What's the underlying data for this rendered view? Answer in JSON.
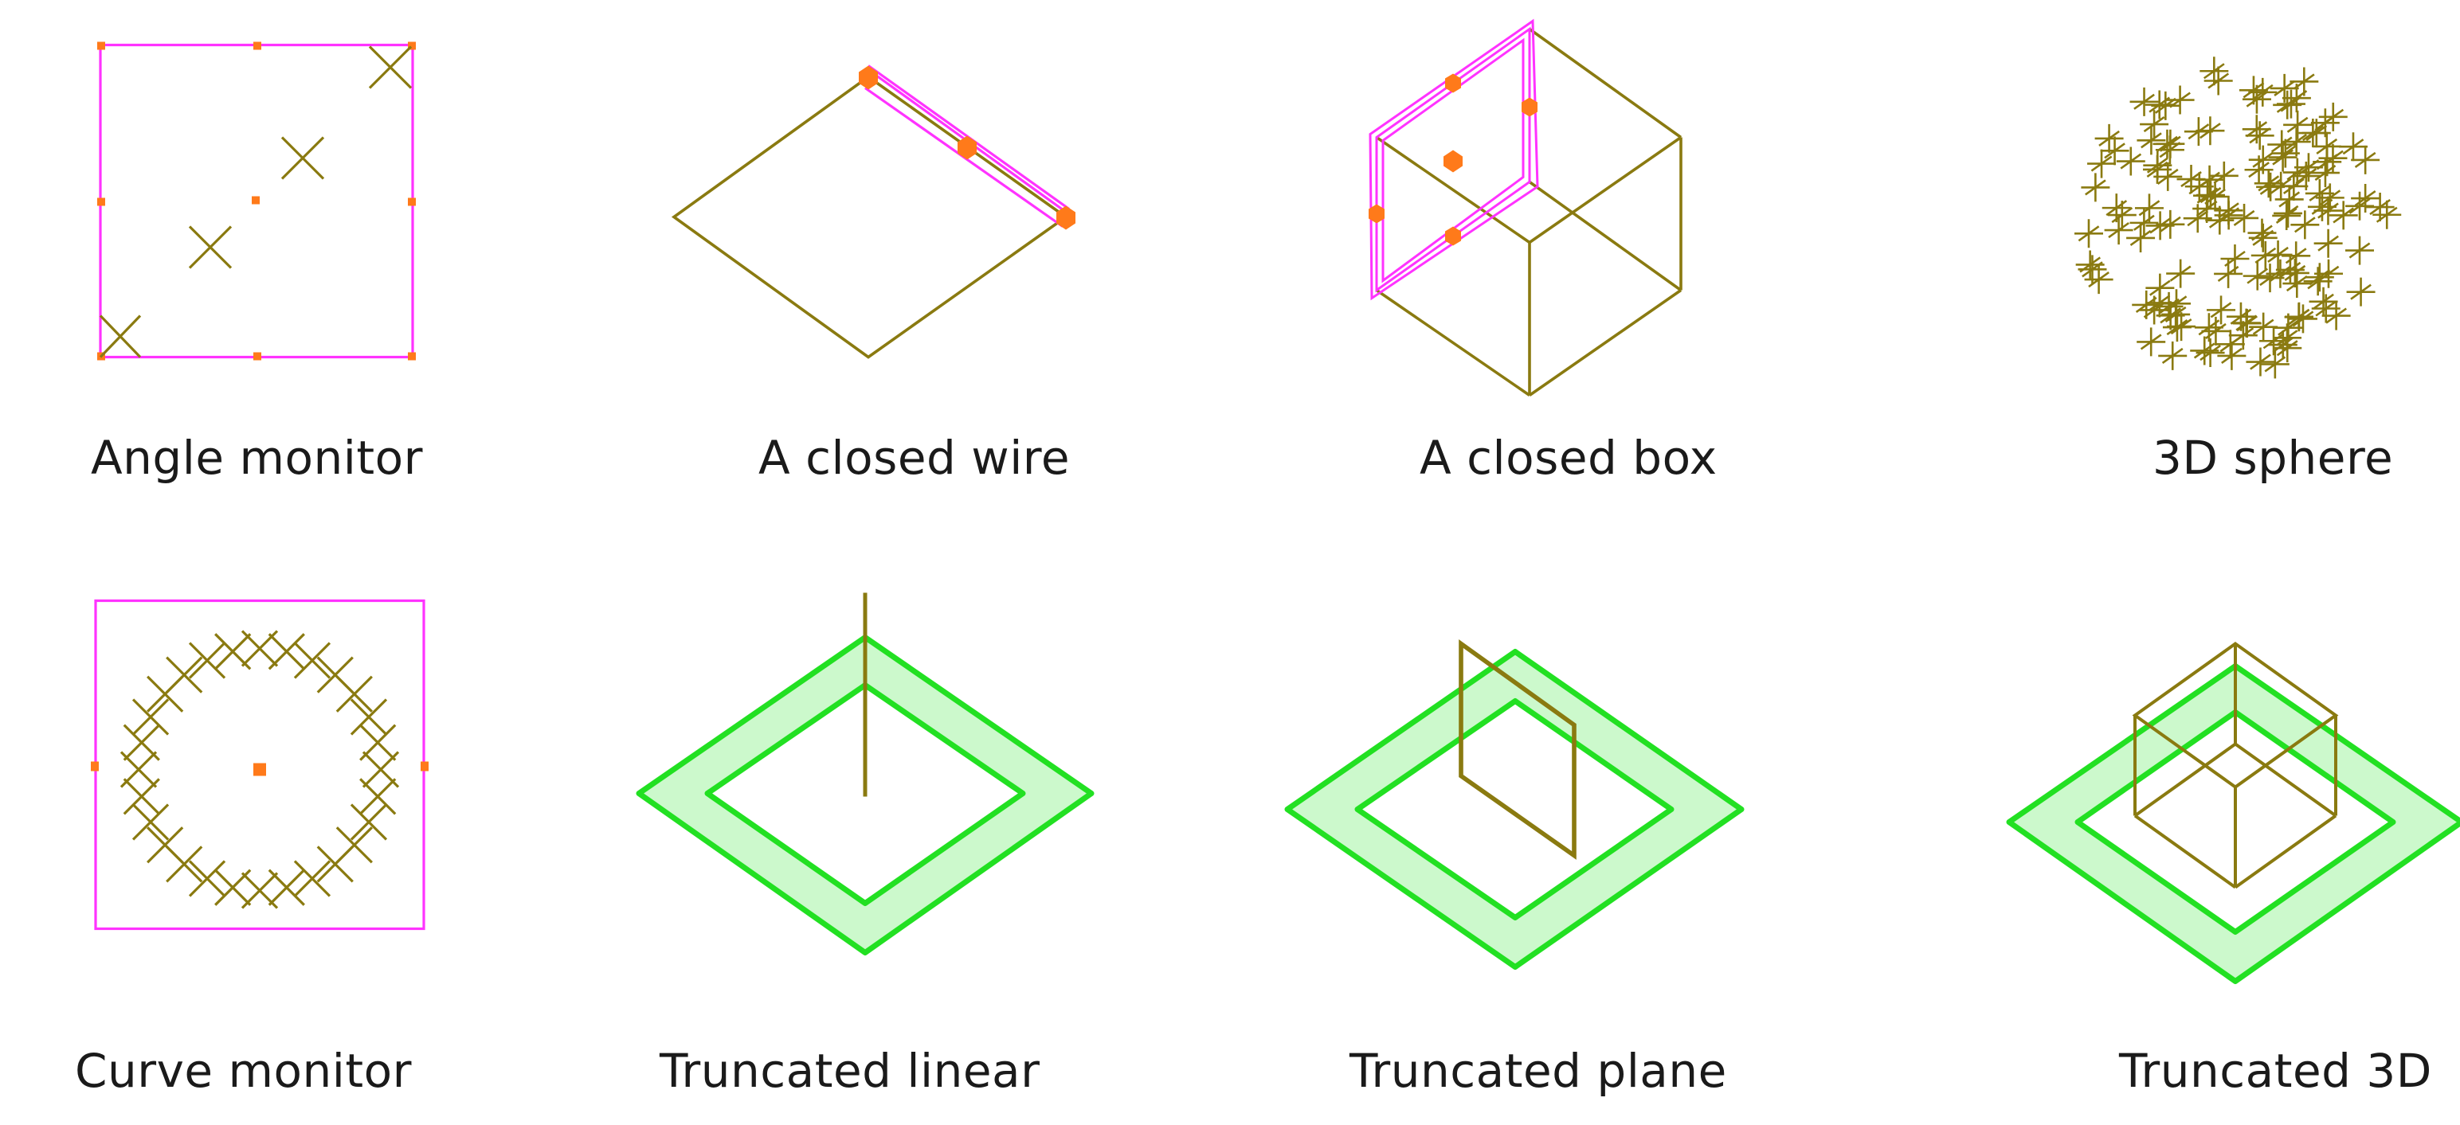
{
  "colors": {
    "wire": "#8a7a10",
    "selection": "#ff33ff",
    "handle": "#ff7a1a",
    "band_stroke": "#22e022",
    "band_fill": "#ccf9cc",
    "caption": "#1a1a1a",
    "background": "#ffffff"
  },
  "panels": [
    {
      "id": "angle-monitor",
      "caption": "Angle monitor"
    },
    {
      "id": "closed-wire",
      "caption": "A closed wire"
    },
    {
      "id": "closed-box",
      "caption": "A closed box"
    },
    {
      "id": "3d-sphere",
      "caption": "3D sphere"
    },
    {
      "id": "curve-monitor",
      "caption": "Curve monitor"
    },
    {
      "id": "truncated-linear",
      "caption": "Truncated linear"
    },
    {
      "id": "truncated-plane",
      "caption": "Truncated plane"
    },
    {
      "id": "truncated-3d",
      "caption": "Truncated 3D"
    }
  ]
}
